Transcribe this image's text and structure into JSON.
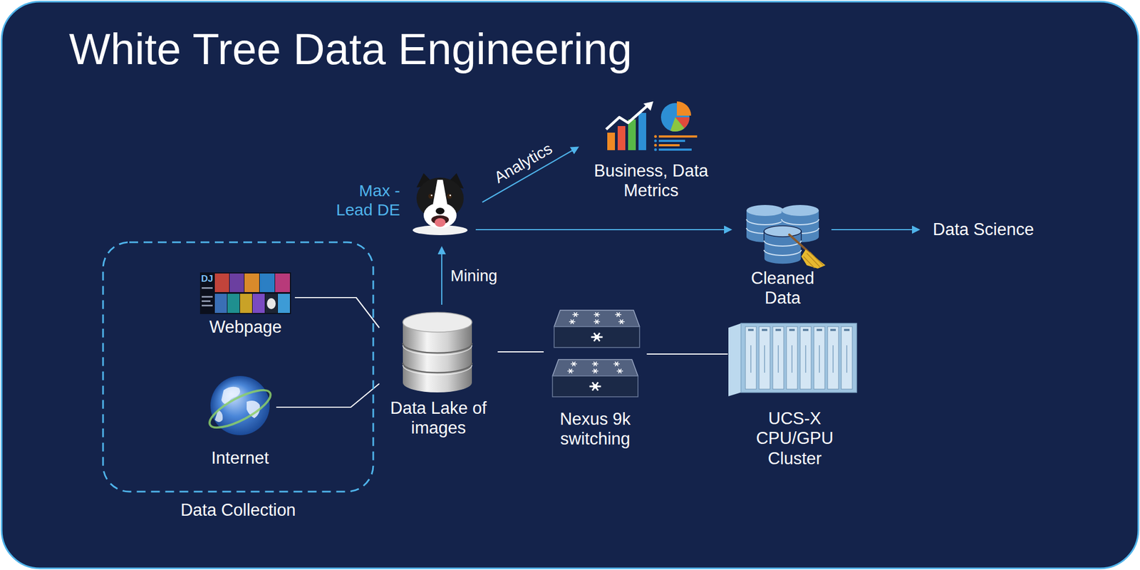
{
  "diagram": {
    "title": "White Tree Data Engineering",
    "nodes": [
      {
        "text": [
          "Max - Lead DE"
        ]
      },
      {
        "text": [
          "Business, Data Metrics"
        ]
      },
      {
        "text": [
          "Cleaned Data"
        ]
      },
      {
        "text": [
          "Data Science"
        ]
      },
      {
        "text": [
          "Data Collection"
        ]
      },
      {
        "text": [
          "Webpage"
        ],
        "in": 4
      },
      {
        "text": [
          "Internet"
        ],
        "in": 4
      },
      {
        "text": [
          "Data Lake of images"
        ]
      },
      {
        "text": [
          "Nexus 9k switching"
        ]
      },
      {
        "text": [
          "UCS-X CPU/GPU Cluster"
        ]
      }
    ],
    "edges": [
      {
        "from": 5,
        "to": 7,
        "arrow": "none"
      },
      {
        "from": 6,
        "to": 7,
        "arrow": "none"
      },
      {
        "from": 7,
        "to": 0,
        "label": "Mining",
        "arrow": "to"
      },
      {
        "from": 0,
        "to": 1,
        "label": "Analytics",
        "arrow": "to"
      },
      {
        "from": 0,
        "to": 2,
        "arrow": "to"
      },
      {
        "from": 2,
        "to": 3,
        "arrow": "to"
      },
      {
        "from": 7,
        "to": 8,
        "arrow": "none"
      },
      {
        "from": 8,
        "to": 9,
        "arrow": "none"
      }
    ],
    "labels": [
      "DJ"
    ]
  }
}
